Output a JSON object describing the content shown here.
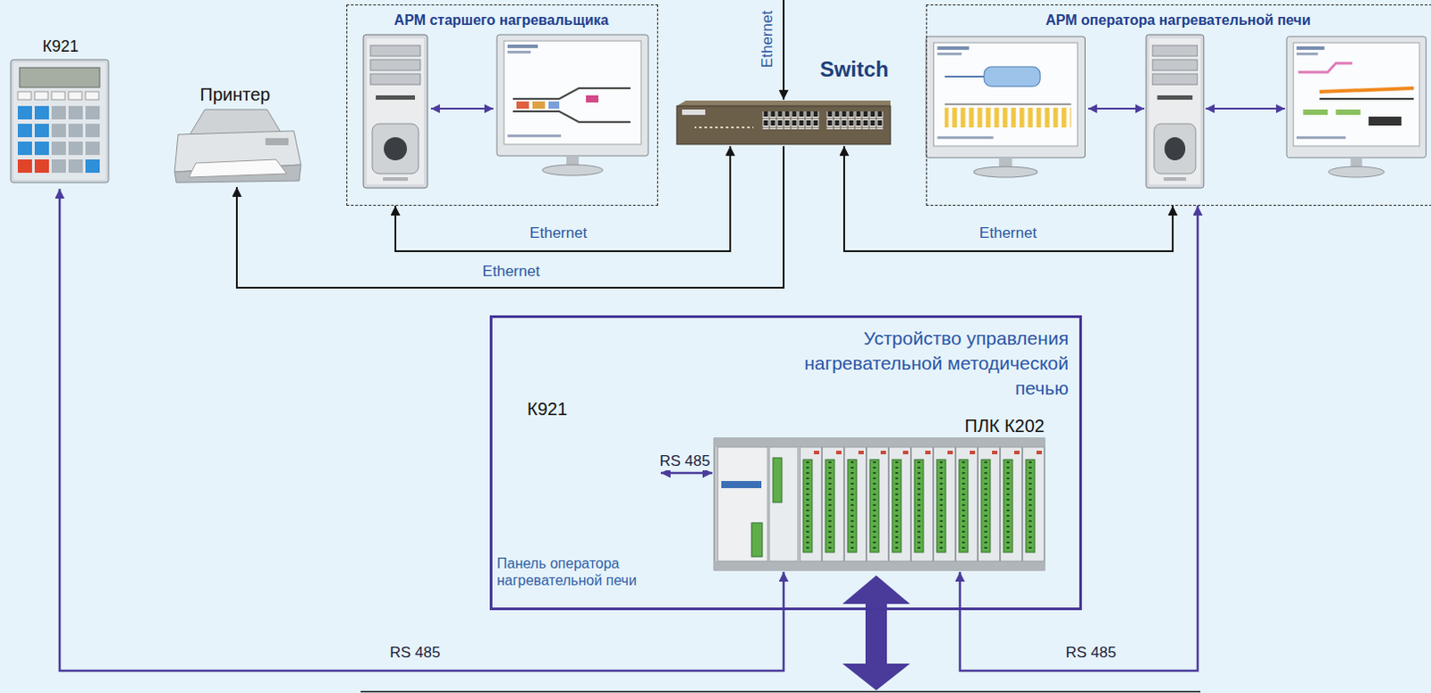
{
  "diagram": {
    "nodes": [
      {
        "text": [
          "К921"
        ]
      },
      {
        "text": [
          "Принтер"
        ]
      },
      {
        "text": [
          "АРМ старшего нагревальщика"
        ]
      },
      {
        "text": [
          "Switch"
        ]
      },
      {
        "text": [
          "АРМ оператора нагревательной печи"
        ]
      },
      {
        "text": [
          "Устройство управления нагревательной методической печью"
        ]
      },
      {
        "text": [
          "К921",
          "Панель оператора нагревательной печи"
        ],
        "in": 5
      },
      {
        "text": [
          "ПЛК К202"
        ],
        "in": 5
      }
    ],
    "edges": [
      {
        "from": 3,
        "to": 2,
        "arrow": "both",
        "label": "Ethernet"
      },
      {
        "from": 3,
        "to": 1,
        "arrow": "to",
        "label": "Ethernet"
      },
      {
        "from": 3,
        "to": 4,
        "arrow": "both",
        "label": "Ethernet"
      },
      {
        "from": 6,
        "to": 7,
        "arrow": "both",
        "label": "RS 485"
      },
      {
        "from": 0,
        "to": 7,
        "arrow": "both",
        "label": "RS 485"
      },
      {
        "from": 4,
        "to": 7,
        "arrow": "both",
        "label": "RS 485"
      }
    ],
    "labels": [
      "Ethernet"
    ]
  }
}
